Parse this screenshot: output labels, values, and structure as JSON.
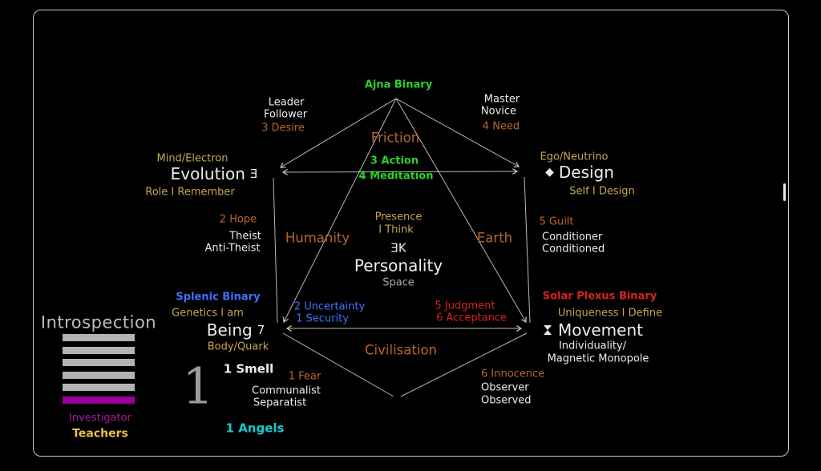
{
  "apex": {
    "ajna_binary": "Ajna Binary",
    "leader": "Leader",
    "follower": "Follower",
    "desire": "3 Desire",
    "master": "Master",
    "novice": "Novice",
    "need": "4 Need"
  },
  "friction": {
    "title": "Friction",
    "action": "3 Action",
    "meditation": "4 Meditation"
  },
  "evolution": {
    "subtitle": "Mind/Electron",
    "title": "Evolution",
    "glyph": "Ǝ",
    "caption": "Role I Remember"
  },
  "hope": {
    "hope": "2 Hope",
    "theist": "Theist",
    "anti_theist": "Anti-Theist"
  },
  "design": {
    "subtitle": "Ego/Neutrino",
    "glyph": "◆",
    "title": "Design",
    "caption": "Self I Design"
  },
  "guilt": {
    "guilt": "5 Guilt",
    "conditioner": "Conditioner",
    "conditioned": "Conditioned"
  },
  "center": {
    "presence": "Presence",
    "i_think": "I Think",
    "glyph": "ƎK",
    "title": "Personality",
    "space": "Space",
    "humanity": "Humanity",
    "earth": "Earth",
    "civilisation": "Civilisation"
  },
  "being": {
    "binary": "Splenic Binary",
    "genetics": "Genetics I am",
    "title": "Being",
    "glyph": "7",
    "caption": "Body/Quark"
  },
  "security": {
    "uncertainty": "2 Uncertainty",
    "security": "1 Security"
  },
  "judgment": {
    "judgment": "5 Judgment",
    "acceptance": "6 Acceptance"
  },
  "movement": {
    "binary": "Solar Plexus Binary",
    "uniqueness": "Uniqueness I Define",
    "title": "Movement",
    "caption_line1": "Individuality/",
    "caption_line2": "Magnetic Monopole"
  },
  "fear": {
    "fear": "1 Fear",
    "communalist": "Communalist",
    "separatist": "Separatist"
  },
  "innocence": {
    "innocence": "6 Innocence",
    "observer": "Observer",
    "observed": "Observed"
  },
  "left_panel": {
    "title": "Introspection",
    "investigator": "Investigator",
    "teachers": "Teachers",
    "big_number": "1"
  },
  "annotations": {
    "smell": "1 Smell",
    "angels": "1 Angels"
  },
  "colors": {
    "green": "#2bd12b",
    "orange": "#b7652f",
    "tan": "#c7a554",
    "blue": "#4070ff",
    "red": "#d82121",
    "cyan": "#17cbd1",
    "purple": "#a816a8",
    "yellow": "#e3c34a",
    "line": "#cfcfc0",
    "background": "#000000"
  }
}
